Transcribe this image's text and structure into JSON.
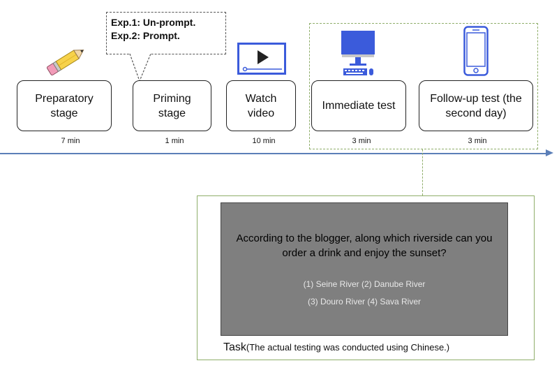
{
  "callout": {
    "line1": "Exp.1: Un-prompt.",
    "line2": "Exp.2: Prompt."
  },
  "stages": [
    {
      "line1": "Preparatory",
      "line2": "stage",
      "duration": "7 min",
      "icon": "pencil-icon"
    },
    {
      "line1": "Priming",
      "line2": "stage",
      "duration": "1 min",
      "icon": "speech-bubble"
    },
    {
      "line1": "Watch",
      "line2": "video",
      "duration": "10 min",
      "icon": "video-player-icon"
    },
    {
      "line1": "Immediate test",
      "line2": "",
      "duration": "3 min",
      "icon": "desktop-computer-icon"
    },
    {
      "line1": "Follow-up test (the",
      "line2": "second day)",
      "duration": "3 min",
      "icon": "smartphone-icon"
    }
  ],
  "task": {
    "question_line1": "According to the blogger, along which riverside can you",
    "question_line2": "order a drink and enjoy the sunset?",
    "option_line1": "(1) Seine River (2) Danube River",
    "option_line2": "(3) Douro River (4) Sava River",
    "label": "Task",
    "note": "(The actual testing was conducted using Chinese.)"
  },
  "colors": {
    "axis": "#5b7fb8",
    "frame": "#8fae6a",
    "screen": "#7f7f7f",
    "device": "#3b5bdb"
  }
}
